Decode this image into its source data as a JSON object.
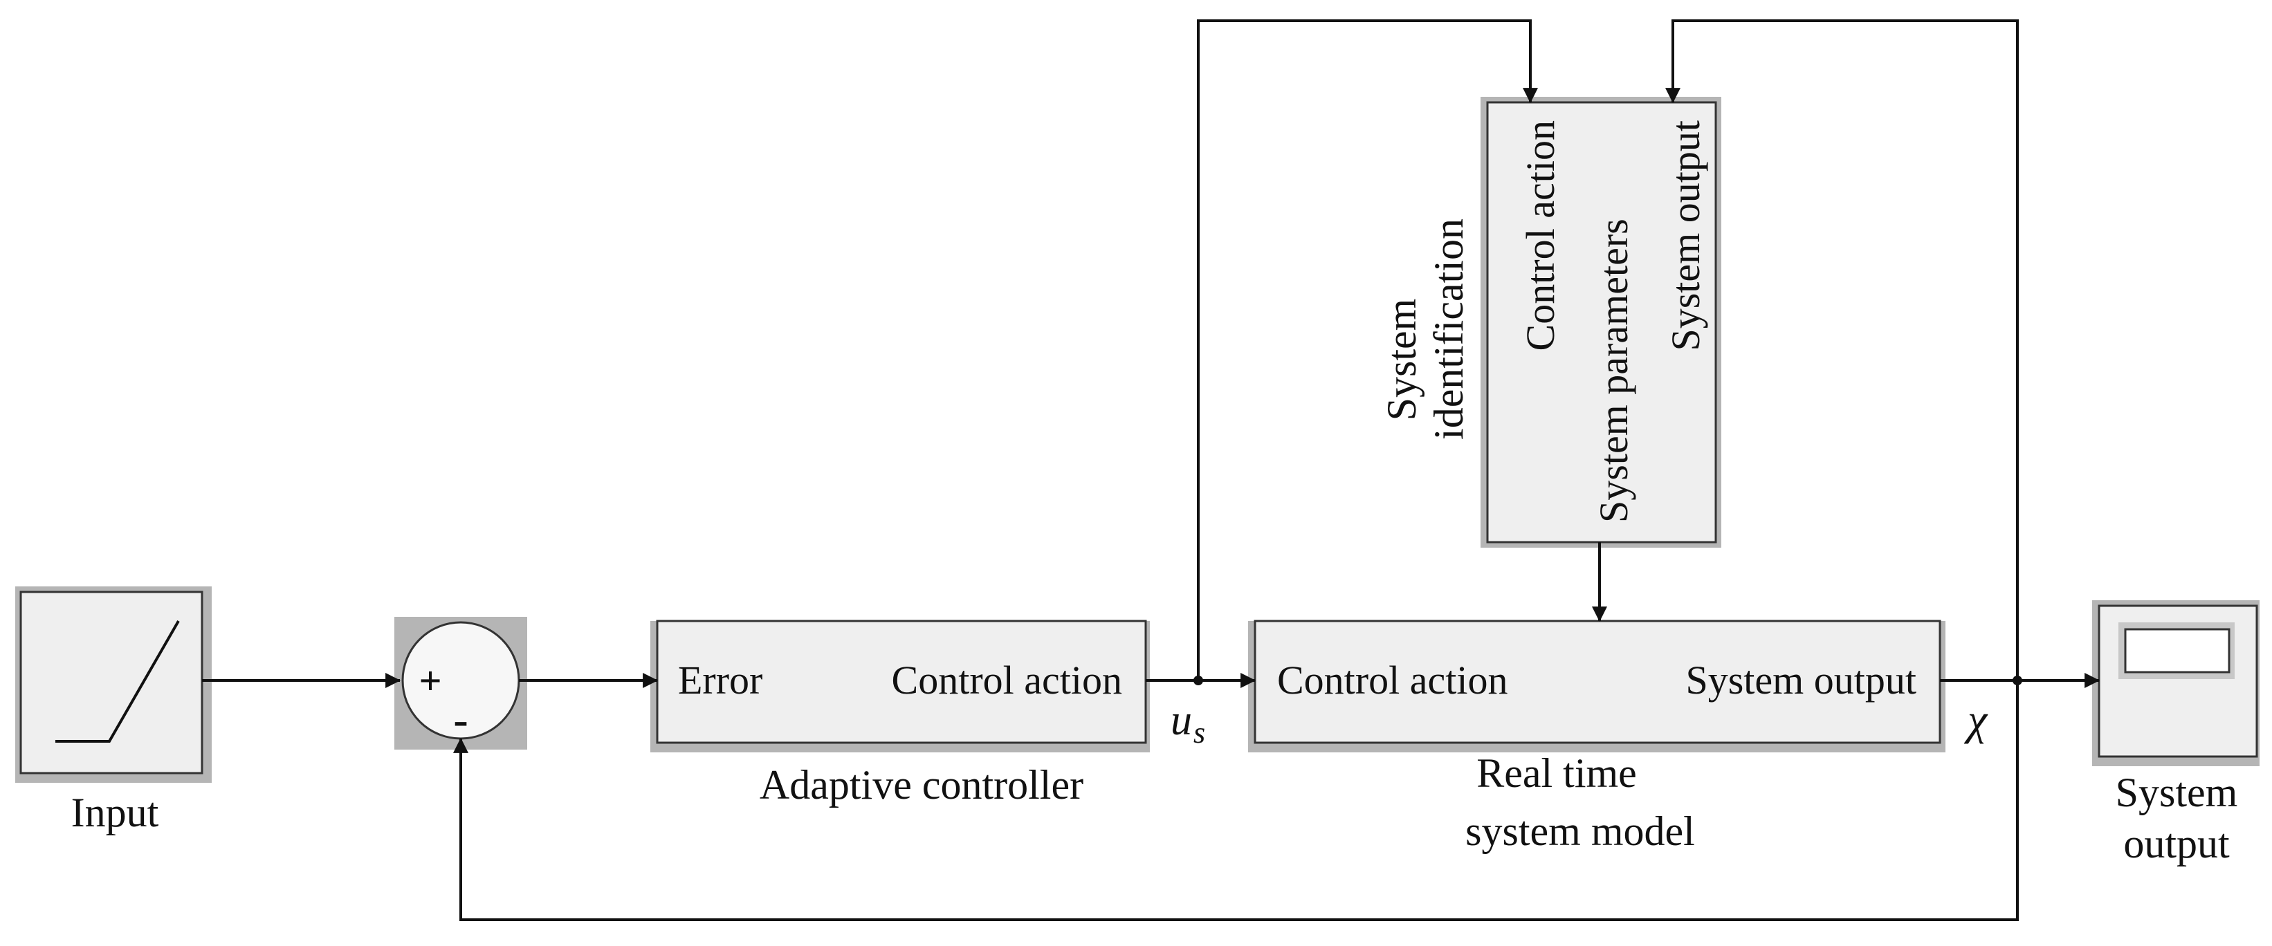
{
  "blocks": {
    "input": {
      "caption": "Input"
    },
    "sum": {
      "plus": "+",
      "minus": "-"
    },
    "controller": {
      "in_port": "Error",
      "out_port": "Control action",
      "caption": "Adaptive controller"
    },
    "model": {
      "in_port": "Control action",
      "out_port": "System output",
      "caption_line1": "Real time",
      "caption_line2": "system model"
    },
    "identification": {
      "port1": "Control action",
      "port2": "System parameters",
      "port3": "System output",
      "caption_line1": "System",
      "caption_line2": "identification"
    },
    "scope": {
      "caption_line1": "System",
      "caption_line2": "output"
    }
  },
  "signals": {
    "u_main": "u",
    "u_sub": "s",
    "chi": "χ"
  },
  "colors": {
    "block_fill": "#efefef",
    "block_shadow": "#b5b5b5",
    "line": "#111111"
  }
}
